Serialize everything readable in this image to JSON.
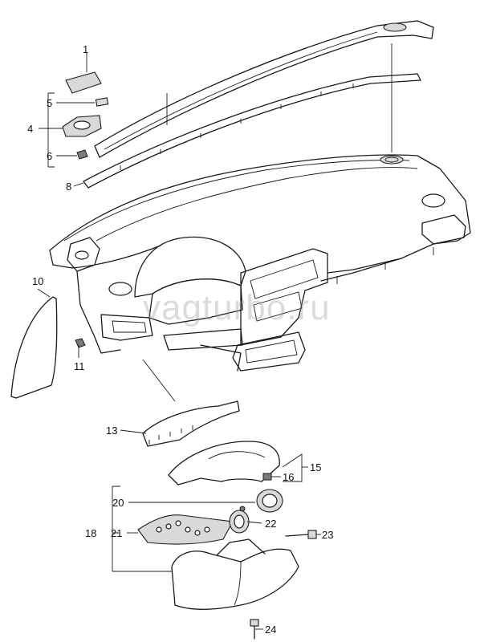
{
  "watermark": "vagturbo.ru",
  "callouts": {
    "p1": "1",
    "p4": "4",
    "p5": "5",
    "p6": "6",
    "p8": "8",
    "p10": "10",
    "p11": "11",
    "p13": "13",
    "p15": "15",
    "p16": "16",
    "p18": "18",
    "p20": "20",
    "p21": "21",
    "p22": "22",
    "p23": "23",
    "p24": "24"
  }
}
